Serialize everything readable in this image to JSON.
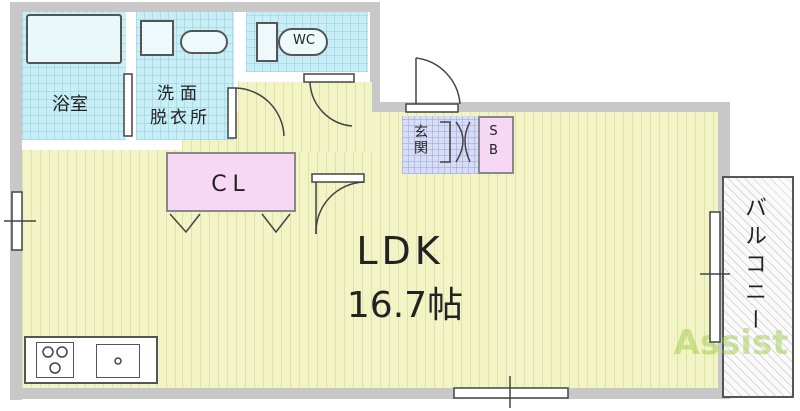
{
  "rooms": {
    "bath": "浴室",
    "washroom_line1": "洗面",
    "washroom_line2": "脱衣所",
    "wc": "WC",
    "entrance": "玄関",
    "shoe_box": "SB",
    "closet": "CL",
    "ldk": "LDK",
    "ldk_size": "16.7帖",
    "balcony": "バルコニー"
  },
  "watermark": "Assist",
  "colors": {
    "ldk_fill": "#f3f4c6",
    "wet_fill": "#c9eef6",
    "closet_fill": "#f6d7f4",
    "entrance_fill": "#d6ddf5",
    "wall": "#c8c8c8",
    "outline": "#555555"
  }
}
